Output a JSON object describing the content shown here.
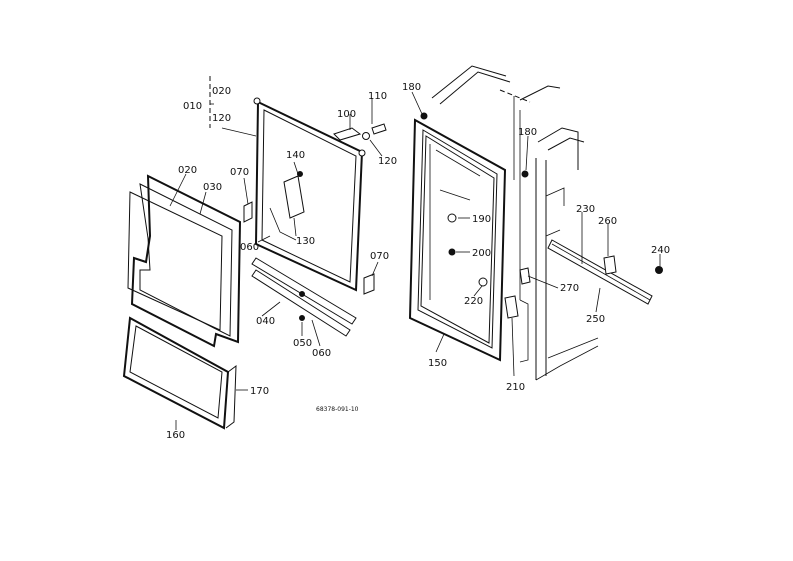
{
  "parts": {
    "p010": "010",
    "p020_top": "020",
    "p120_top": "120",
    "p020": "020",
    "p030": "030",
    "p070_left": "070",
    "p060_left": "060",
    "p140": "140",
    "p130": "130",
    "p100": "100",
    "p110": "110",
    "p120": "120",
    "p070_right": "070",
    "p040": "040",
    "p050": "050",
    "p060_bottom": "060",
    "p170": "170",
    "p160": "160",
    "p180_left": "180",
    "p180_right": "180",
    "p190": "190",
    "p200": "200",
    "p220": "220",
    "p150": "150",
    "p210": "210",
    "p270": "270",
    "p230": "230",
    "p260": "260",
    "p240": "240",
    "p250": "250"
  },
  "reference_code": "68378-091-10"
}
